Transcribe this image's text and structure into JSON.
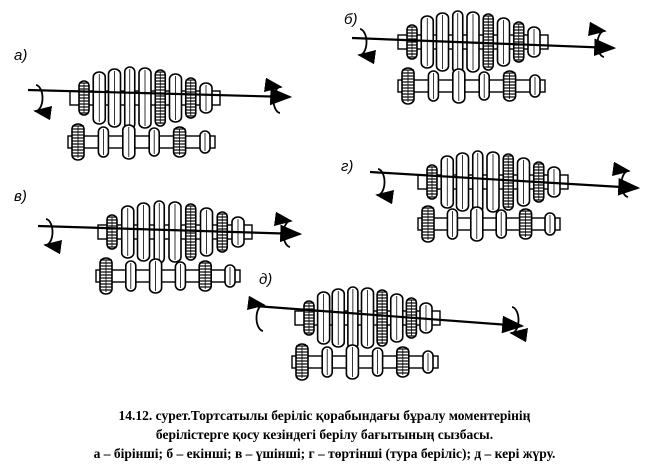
{
  "figure": {
    "panels": [
      {
        "id": "a",
        "label": "а)"
      },
      {
        "id": "b",
        "label": "б)"
      },
      {
        "id": "v",
        "label": "в)"
      },
      {
        "id": "g",
        "label": "г)"
      },
      {
        "id": "d",
        "label": "д)"
      }
    ]
  },
  "caption": {
    "line1": "14.12. сурет.Тортсатылы  беріліс қорабындағы бұралу моментерінің",
    "line2": "берілістерге қосу кезіндегі берілу бағытының сызбасы.",
    "line3": "а – бірінші; б – екінші; в – үшінші; г – төртінші (тура беріліс);   д – кері жүру."
  }
}
